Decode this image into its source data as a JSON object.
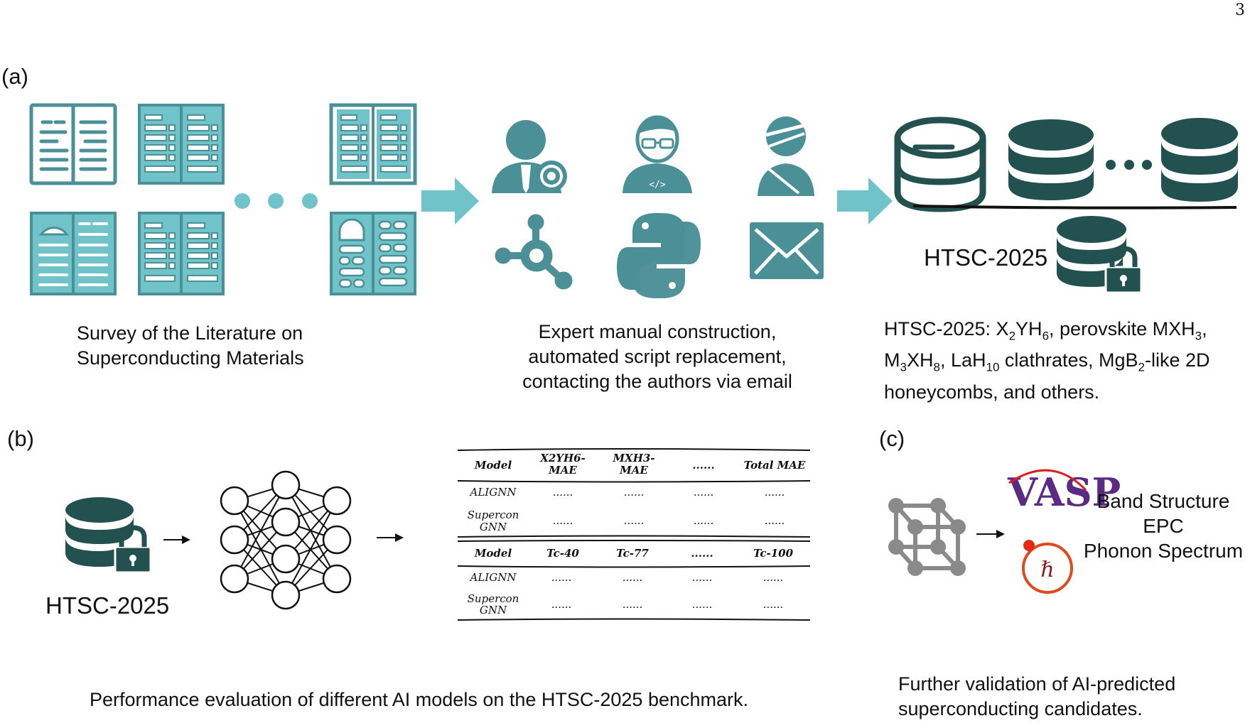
{
  "page_number": "3",
  "panels": {
    "a": {
      "label": "(a)",
      "caption_left": [
        "Survey of the Literature on",
        "Superconducting Materials"
      ],
      "caption_middle": [
        "Expert manual construction,",
        "automated script replacement,",
        "contacting the authors via email"
      ],
      "caption_right": {
        "line1": [
          "HTSC-2025: X",
          "2",
          "YH",
          "6",
          ", perovskite MXH",
          "3",
          ","
        ],
        "line2": [
          "M",
          "3",
          "XH",
          "8",
          ", LaH",
          "10",
          " clathrates, MgB",
          "2",
          "-like 2D"
        ],
        "line3": "honeycombs, and others."
      },
      "database_name": "HTSC-2025"
    },
    "b": {
      "label": "(b)",
      "database_name": "HTSC-2025",
      "table_top": {
        "headers": [
          "Model",
          "X2YH6-",
          "MAE",
          "MXH3-",
          "MAE",
          "......",
          "Total MAE"
        ],
        "rows": [
          [
            "ALIGNN",
            "......",
            "......",
            "......",
            "......"
          ],
          [
            "Supercon",
            "GNN",
            "......",
            "......",
            "......",
            "......"
          ]
        ]
      },
      "table_bottom": {
        "headers": [
          "Model",
          "Tc-40",
          "Tc-77",
          "......",
          "Tc-100"
        ],
        "rows": [
          [
            "ALIGNN",
            "......",
            "......",
            "......",
            "......"
          ],
          [
            "Supercon",
            "GNN",
            "......",
            "......",
            "......",
            "......"
          ]
        ]
      },
      "caption": "Performance evaluation of different AI models on the HTSC-2025 benchmark."
    },
    "c": {
      "label": "(c)",
      "tools": [
        "Band Structure",
        "EPC",
        "Phonon Spectrum"
      ],
      "vasp_logo": "VASP",
      "caption": [
        "Further validation of AI-predicted",
        "superconducting candidates."
      ]
    }
  },
  "colors": {
    "teal": "#4b8f97",
    "teal_light": "#6fc3c9",
    "dark_teal": "#23514f",
    "gray": "#8a8a8a"
  }
}
